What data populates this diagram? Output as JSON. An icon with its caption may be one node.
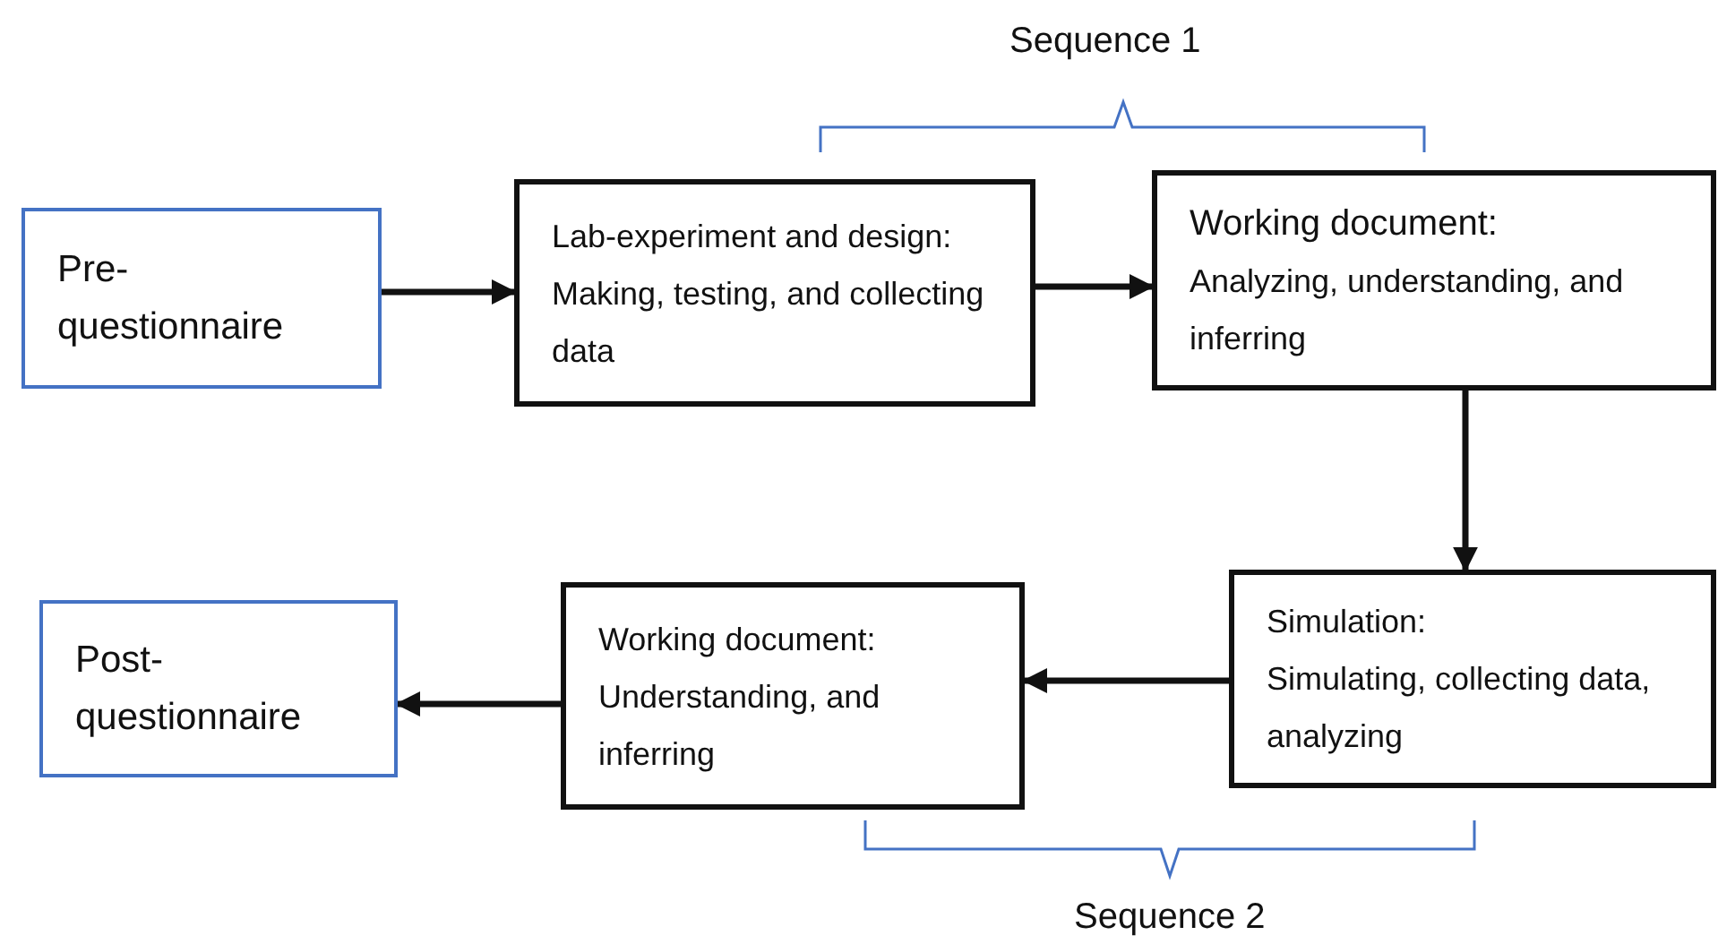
{
  "diagram": {
    "nodes": [
      {
        "text": [
          "Pre-questionnaire"
        ]
      },
      {
        "text": [
          "Lab-experiment and design: Making, testing, and collecting data"
        ]
      },
      {
        "text": [
          "Working document:",
          "Analyzing, understanding, and inferring"
        ]
      },
      {
        "text": [
          "Simulation:",
          "Simulating, collecting data, analyzing"
        ]
      },
      {
        "text": [
          "Working document:",
          "Understanding, and inferring"
        ]
      },
      {
        "text": [
          "Post-questionnaire"
        ]
      }
    ],
    "edges": [
      {
        "from": 0,
        "to": 1,
        "arrow": "to"
      },
      {
        "from": 1,
        "to": 2,
        "arrow": "to"
      },
      {
        "from": 2,
        "to": 3,
        "arrow": "to"
      },
      {
        "from": 3,
        "to": 4,
        "arrow": "to"
      },
      {
        "from": 4,
        "to": 5,
        "arrow": "to"
      }
    ],
    "labels": [
      "Sequence 1",
      "Sequence 2"
    ]
  }
}
